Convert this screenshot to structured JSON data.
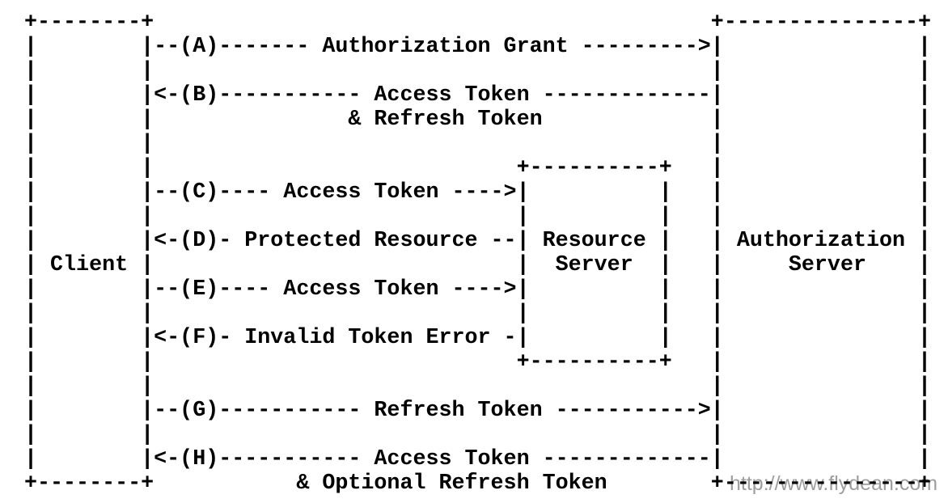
{
  "diagram": {
    "lines": [
      "+--------+                                           +---------------+",
      "|        |--(A)------- Authorization Grant --------->|               |",
      "|        |                                           |               |",
      "|        |<-(B)----------- Access Token -------------|               |",
      "|        |               & Refresh Token             |               |",
      "|        |                                           |               |",
      "|        |                            +----------+   |               |",
      "|        |--(C)---- Access Token ---->|          |   |               |",
      "|        |                            |          |   |               |",
      "|        |<-(D)- Protected Resource --| Resource |   | Authorization |",
      "| Client |                            |  Server  |   |     Server    |",
      "|        |--(E)---- Access Token ---->|          |   |               |",
      "|        |                            |          |   |               |",
      "|        |<-(F)- Invalid Token Error -|          |   |               |",
      "|        |                            +----------+   |               |",
      "|        |                                           |               |",
      "|        |--(G)----------- Refresh Token ----------->|               |",
      "|        |                                           |               |",
      "|        |<-(H)----------- Access Token -------------|               |",
      "+--------+           & Optional Refresh Token        +---------------+"
    ]
  },
  "flow": {
    "nodes": [
      "Client",
      "Resource Server",
      "Authorization Server"
    ],
    "steps": [
      {
        "id": "A",
        "from": "Client",
        "to": "Authorization Server",
        "label": "Authorization Grant"
      },
      {
        "id": "B",
        "from": "Authorization Server",
        "to": "Client",
        "label": "Access Token & Refresh Token"
      },
      {
        "id": "C",
        "from": "Client",
        "to": "Resource Server",
        "label": "Access Token"
      },
      {
        "id": "D",
        "from": "Resource Server",
        "to": "Client",
        "label": "Protected Resource"
      },
      {
        "id": "E",
        "from": "Client",
        "to": "Resource Server",
        "label": "Access Token"
      },
      {
        "id": "F",
        "from": "Resource Server",
        "to": "Client",
        "label": "Invalid Token Error"
      },
      {
        "id": "G",
        "from": "Client",
        "to": "Authorization Server",
        "label": "Refresh Token"
      },
      {
        "id": "H",
        "from": "Authorization Server",
        "to": "Client",
        "label": "Access Token & Optional Refresh Token"
      }
    ]
  },
  "watermark": {
    "text": "http://www.flydean.com",
    "color": "#9e9e9e"
  },
  "colors": {
    "background": "#ffffff",
    "diagram_text": "#000000"
  }
}
